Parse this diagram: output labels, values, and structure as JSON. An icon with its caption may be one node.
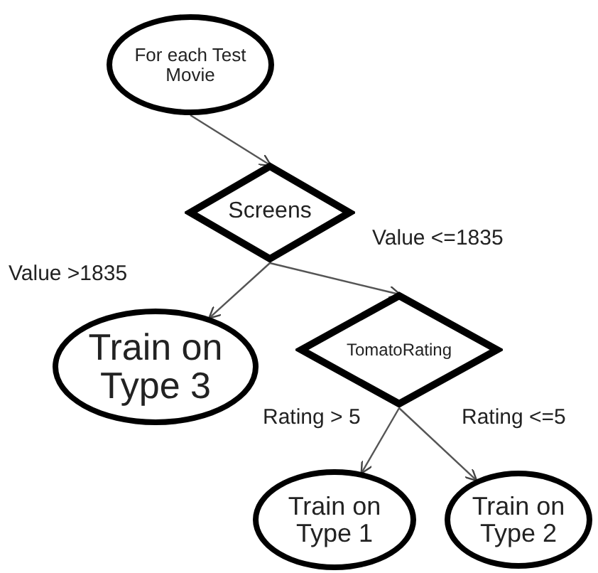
{
  "diagram": {
    "nodes": [
      {
        "text": [
          "For each Test Movie"
        ]
      },
      {
        "text": [
          "Screens"
        ]
      },
      {
        "text": [
          "Train on Type 3"
        ]
      },
      {
        "text": [
          "TomatoRating"
        ]
      },
      {
        "text": [
          "Train on Type 1"
        ]
      },
      {
        "text": [
          "Train on Type 2"
        ]
      }
    ],
    "edges": [
      {
        "from": 0,
        "to": 1,
        "arrow": "to"
      },
      {
        "from": 1,
        "to": 2,
        "arrow": "to",
        "label": "Value >1835"
      },
      {
        "from": 1,
        "to": 3,
        "arrow": "to",
        "label": "Value <=1835"
      },
      {
        "from": 3,
        "to": 4,
        "arrow": "to",
        "label": "Rating > 5"
      },
      {
        "from": 3,
        "to": 5,
        "arrow": "to",
        "label": "Rating <=5"
      }
    ]
  }
}
